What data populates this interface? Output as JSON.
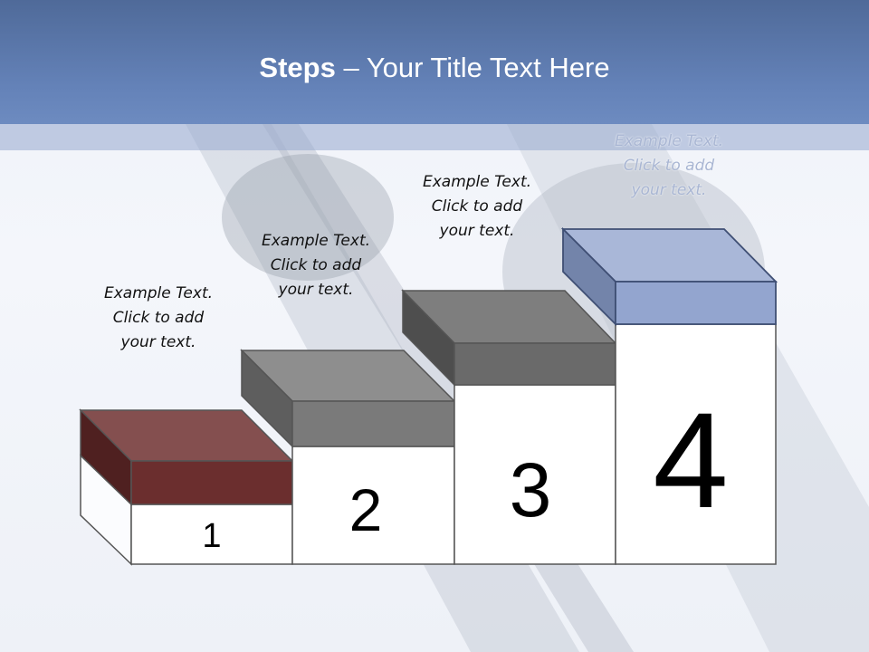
{
  "title": {
    "bold": "Steps",
    "rest": " – Your Title Text Here"
  },
  "steps": [
    {
      "number": "1",
      "caption": [
        "Example Text.",
        "Click  to add",
        "your text."
      ],
      "color": "#6b2e2e"
    },
    {
      "number": "2",
      "caption": [
        "Example Text.",
        "Click  to add",
        "your text."
      ],
      "color": "#7a7a7a"
    },
    {
      "number": "3",
      "caption": [
        "Example Text.",
        "Click  to add",
        "your text."
      ],
      "color": "#6a6a6a"
    },
    {
      "number": "4",
      "caption": [
        "Example Text.",
        "Click  to add",
        "your text."
      ],
      "color": "#a3b3d6"
    }
  ],
  "colors": {
    "header": "#5c78ab",
    "step1": "#6b2e2e",
    "step2": "#7a7a7a",
    "step3": "#6a6a6a",
    "step4": "#a3b3d6"
  }
}
